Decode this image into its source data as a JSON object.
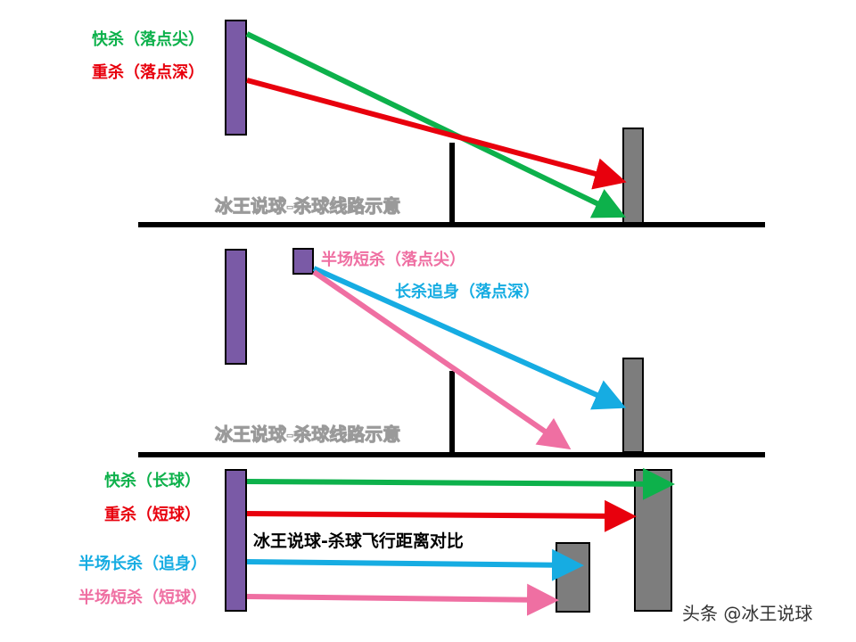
{
  "colors": {
    "green": "#0db14b",
    "red": "#e8000d",
    "blue": "#16ace2",
    "pink": "#ef6fa2",
    "player": "#7a5aa6",
    "opponent": "#7d7d7d",
    "court": "#000000"
  },
  "panel1": {
    "label_fast": "快杀（落点尖）",
    "label_heavy": "重杀（落点深）",
    "watermark": "冰王说球-杀球线路示意"
  },
  "panel2": {
    "label_half_short": "半场短杀（落点尖）",
    "label_long_chase": "长杀追身（落点深）",
    "watermark": "冰王说球-杀球线路示意"
  },
  "panel3": {
    "label_fast": "快杀（长球）",
    "label_heavy": "重杀（短球）",
    "label_half_long": "半场长杀（追身）",
    "label_half_short": "半场短杀（短球）",
    "title": "冰王说球-杀球飞行距离对比"
  },
  "footer": {
    "credit": "头条 @冰王说球"
  }
}
